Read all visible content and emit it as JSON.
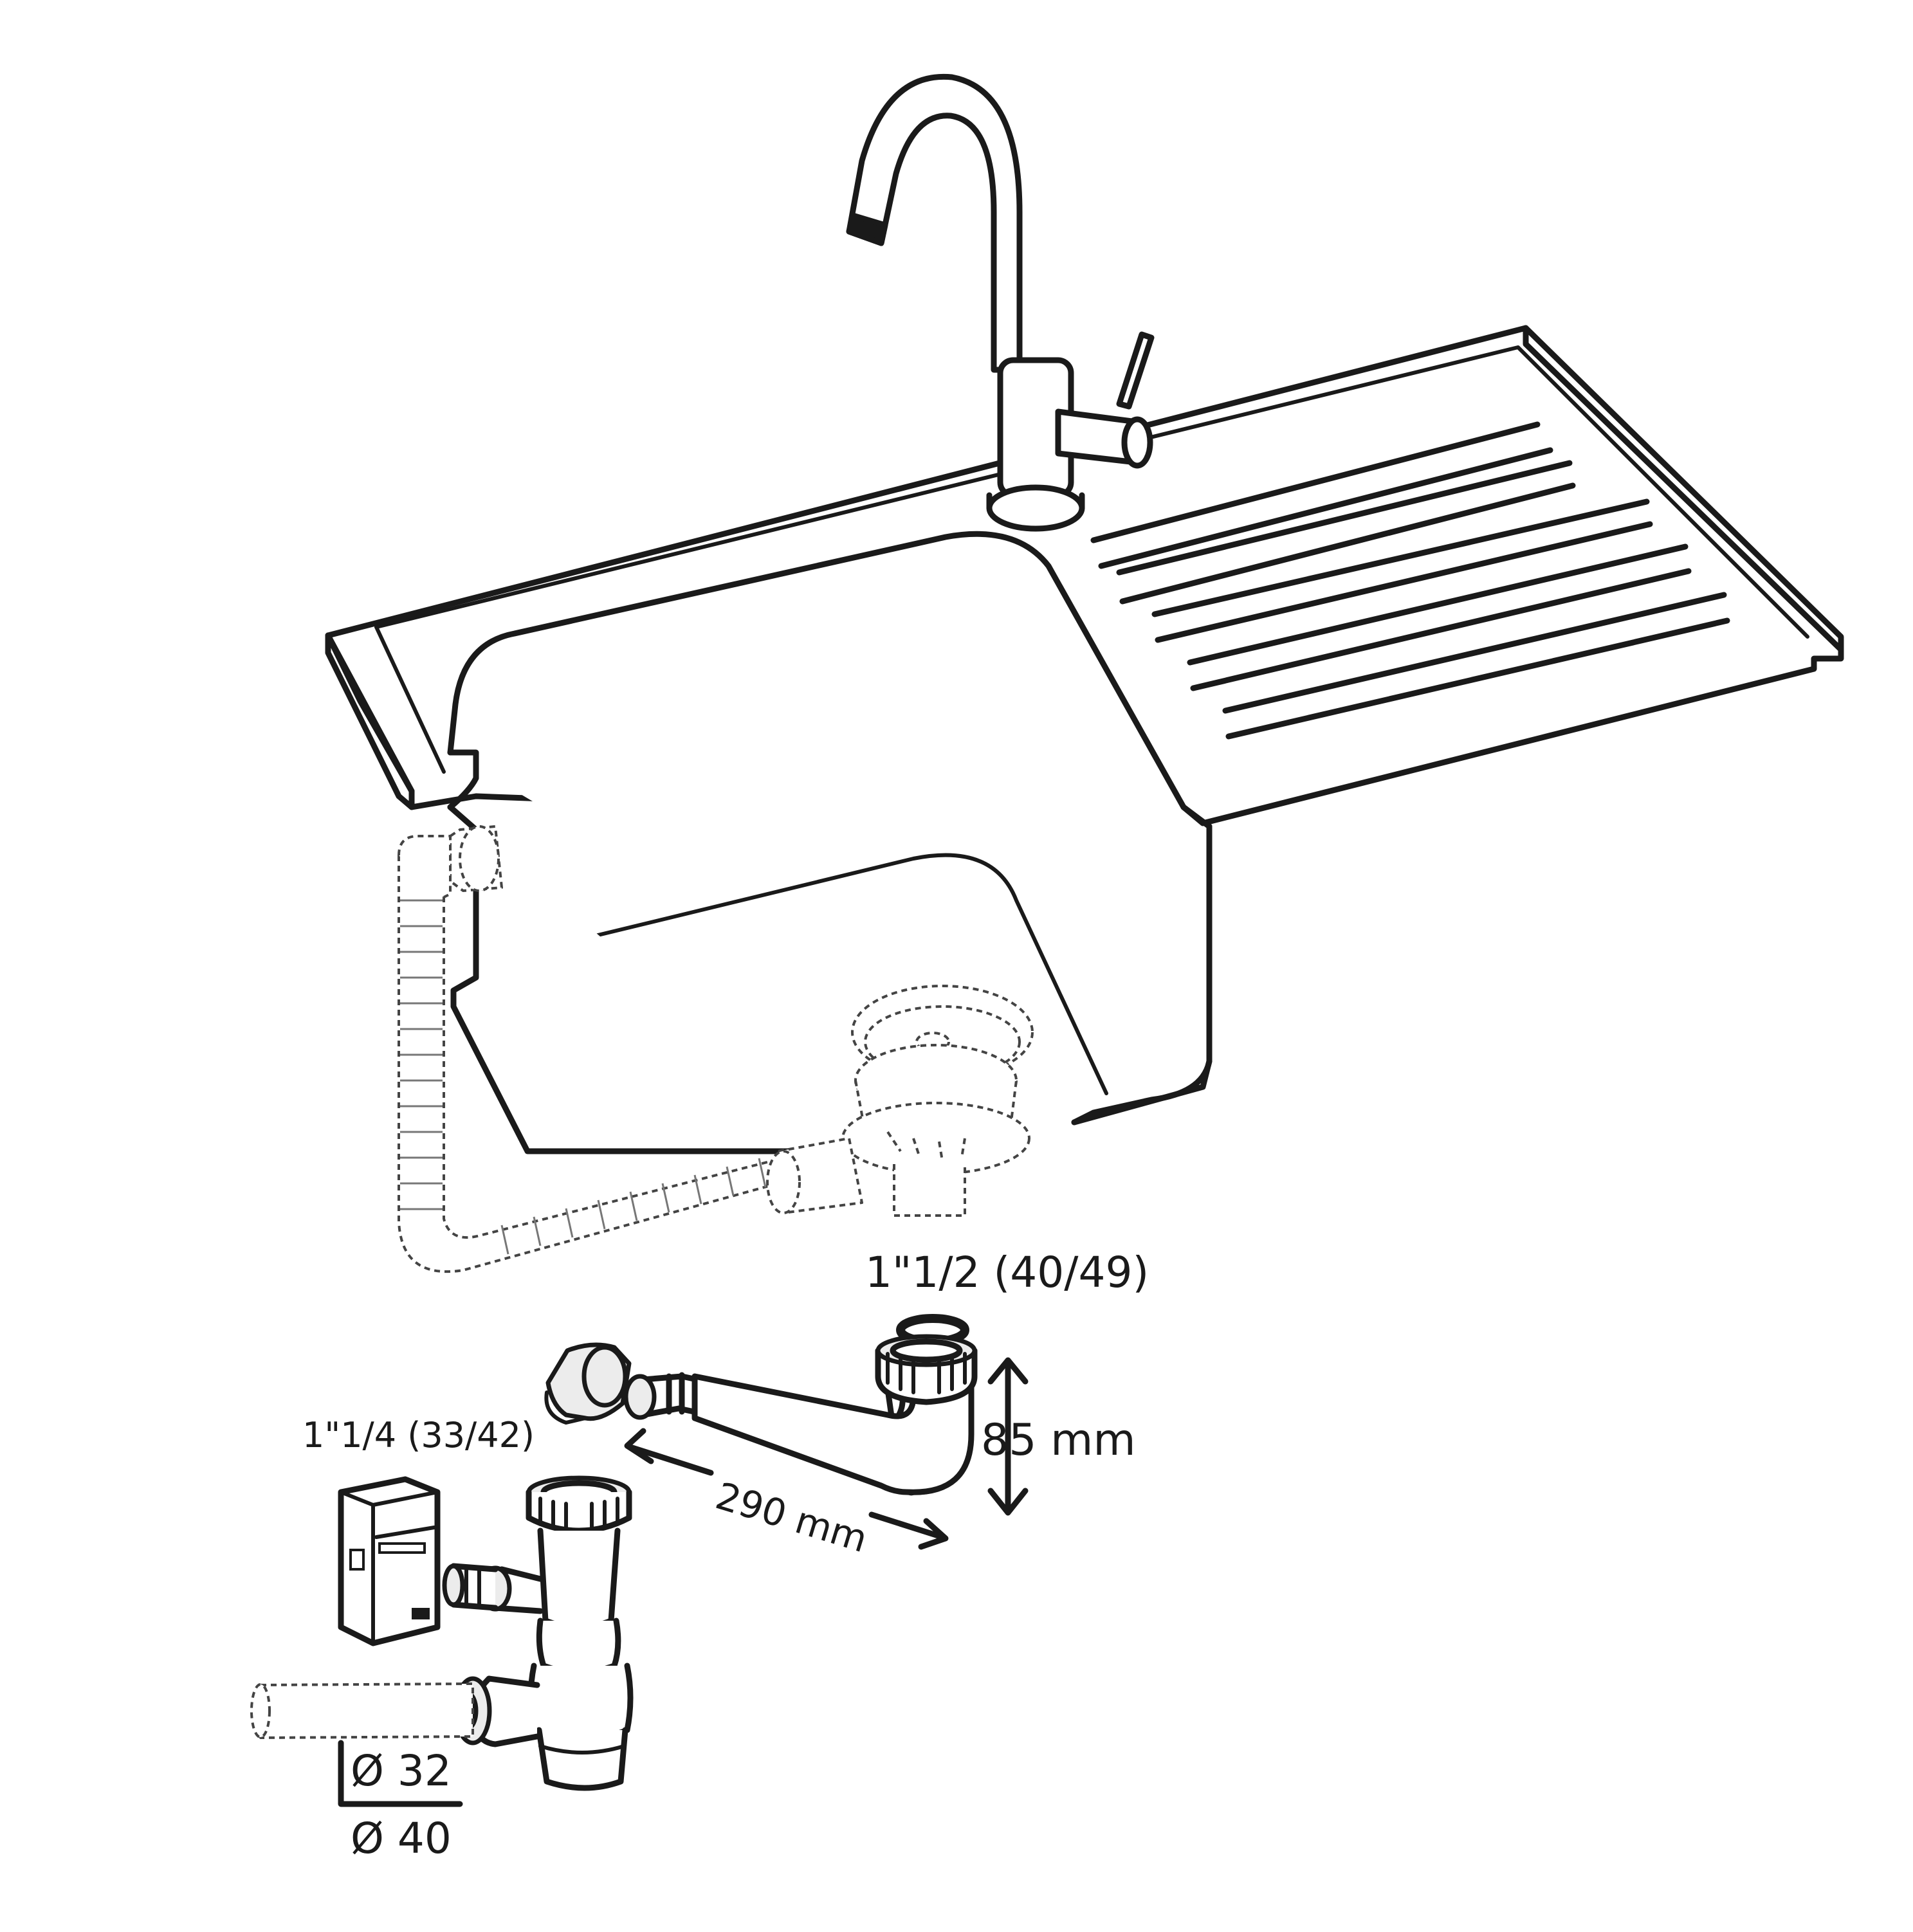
{
  "labels": {
    "drain_thread": "1\"1/2 (40/49)",
    "inlet_thread": "1\"1/4 (33/42)",
    "length": "290 mm",
    "height": "85 mm",
    "diameter_small": "Ø 32",
    "diameter_large": "Ø 40"
  }
}
